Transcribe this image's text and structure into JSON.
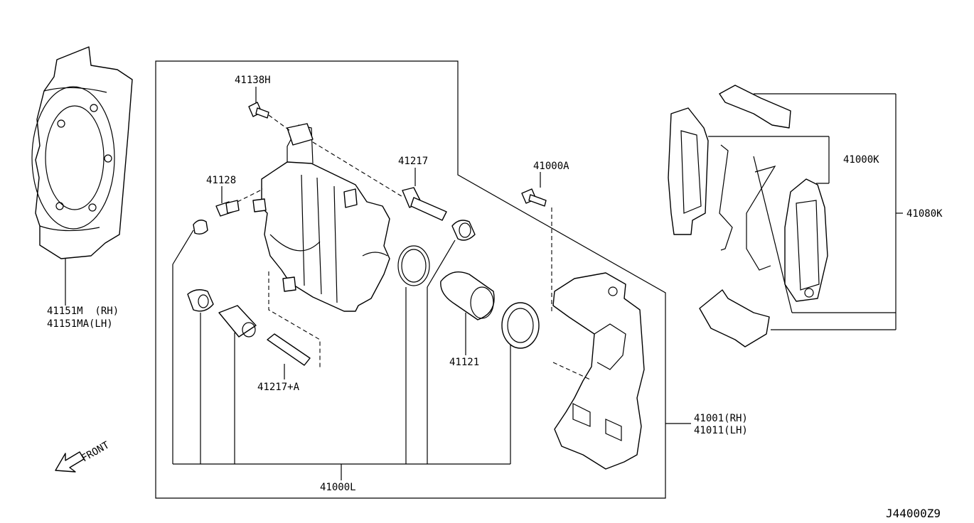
{
  "diagram": {
    "callouts": {
      "p41138h": "41138H",
      "p41128": "41128",
      "p41217": "41217",
      "p41000a": "41000A",
      "p41000k": "41000K",
      "p41080k": "41080K",
      "p41151m": "41151M  (RH)",
      "p41151ma": "41151MA(LH)",
      "p41217a": "41217+A",
      "p41121": "41121",
      "p41001": "41001(RH)",
      "p41011": "41011(LH)",
      "p41000l": "41000L"
    },
    "front_label": "FRONT",
    "drawing_code": "J44000Z9"
  }
}
